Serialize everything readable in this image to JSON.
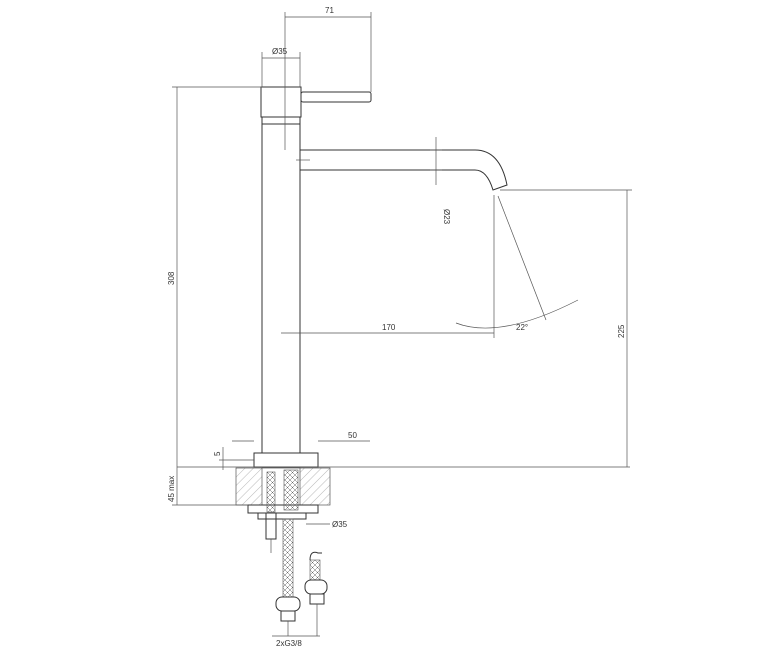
{
  "dimensions": {
    "lever_reach": "71",
    "top_diameter": "Ø35",
    "total_height": "308",
    "spout_pipe_diameter": "Ø23",
    "spout_reach": "170",
    "spout_angle": "22°",
    "spout_outlet_height": "225",
    "base_diameter_top": "50",
    "washer_thickness": "5",
    "deck_thickness": "45 max",
    "base_diameter_bottom": "Ø35",
    "hose_connection": "2xG3/8"
  }
}
